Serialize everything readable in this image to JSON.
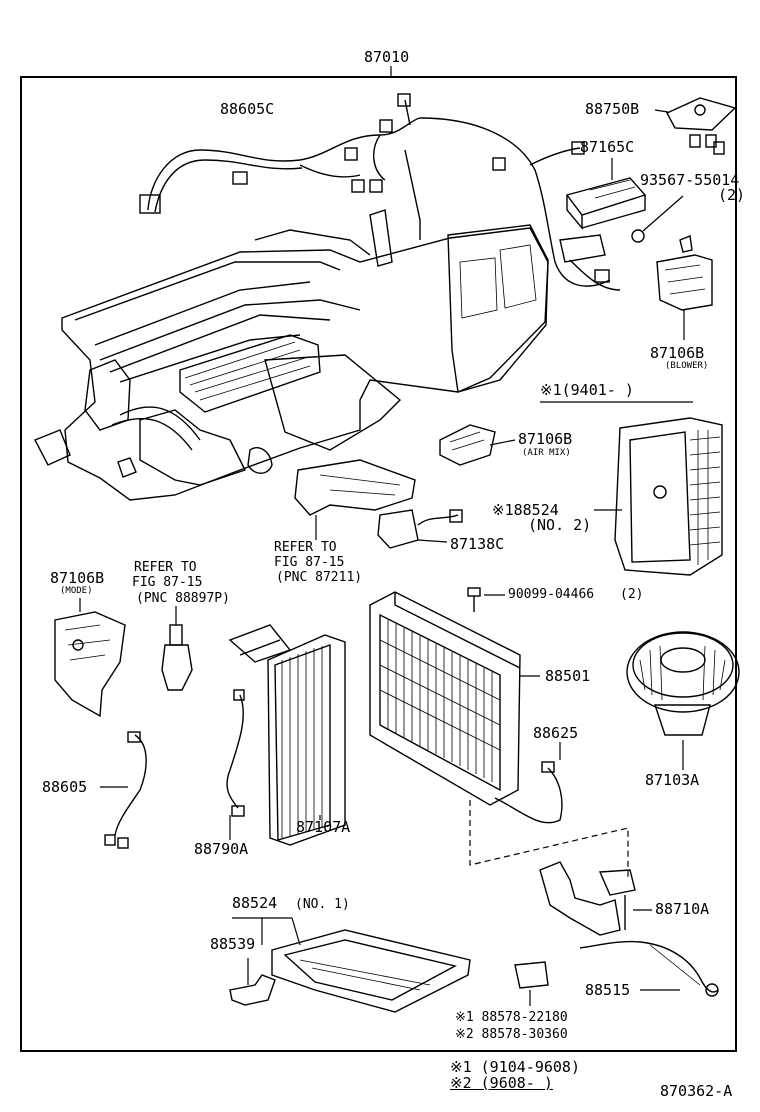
{
  "main_part": "87010",
  "figure_code": "870362-A",
  "labels": {
    "wire_harness_c": "88605C",
    "damper_servo_b": "88750B",
    "resistor_c": "87165C",
    "screw": "93567-55014",
    "screw_qty": "(2)",
    "servo_blower": "87106B",
    "blower_note": "(BLOWER)",
    "note1_range": "※1(9401-    )",
    "servo_airmix": "87106B",
    "airmix_note": "(AIR MIX)",
    "case_no2": "※188524",
    "case_no2_note": "(NO. 2)",
    "refer1_l1": "REFER TO",
    "refer1_l2": "FIG 87-15",
    "refer1_l3": "(PNC 87211)",
    "sensor_138": "87138C",
    "servo_mode": "87106B",
    "mode_note": "(MODE)",
    "refer2_l1": "REFER TO",
    "refer2_l2": "FIG 87-15",
    "refer2_l3": "(PNC 88897P)",
    "bolt": "90099-04466",
    "bolt_qty": "(2)",
    "evaporator": "88501",
    "wire_88625": "88625",
    "blower_motor": "87103A",
    "wire_88605": "88605",
    "thermistor": "88790A",
    "heater_core": "87107A",
    "case_no1": "88524",
    "case_no1_note": "(NO. 1)",
    "hose": "88539",
    "exp_valve": "88710A",
    "thermo_wire": "88515",
    "part_22180": "※1 88578-22180",
    "part_30360": "※2 88578-30360"
  },
  "footnotes": {
    "note1": "※1 (9104-9608)",
    "note2": "※2 (9608-      )"
  }
}
